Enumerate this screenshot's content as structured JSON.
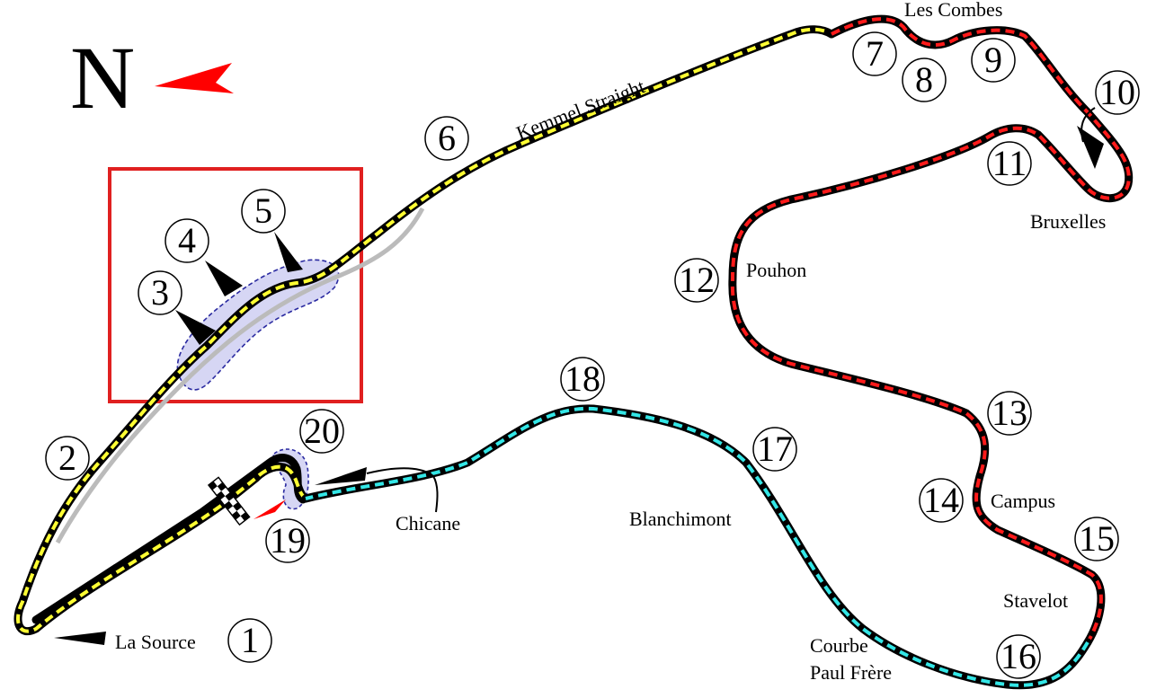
{
  "map": {
    "north_letter": "N",
    "labels": {
      "la_source": "La Source",
      "kemmel_straight": "Kemmel Straight",
      "les_combes": "Les Combes",
      "bruxelles": "Bruxelles",
      "pouhon": "Pouhon",
      "campus": "Campus",
      "stavelot": "Stavelot",
      "courbe_line1": "Courbe",
      "courbe_line2": "Paul Frère",
      "blanchimont": "Blanchimont",
      "chicane": "Chicane"
    },
    "corners": [
      "1",
      "2",
      "3",
      "4",
      "5",
      "6",
      "7",
      "8",
      "9",
      "10",
      "11",
      "12",
      "13",
      "14",
      "15",
      "16",
      "17",
      "18",
      "19",
      "20"
    ],
    "colors": {
      "sector1": "#ffff33",
      "sector2": "#ff1a1a",
      "sector3": "#33e6e6",
      "track": "#000000",
      "highlight_box": "#e02020",
      "north_arrow": "#ff0000",
      "shaded_area": "#c8c8f0"
    }
  }
}
